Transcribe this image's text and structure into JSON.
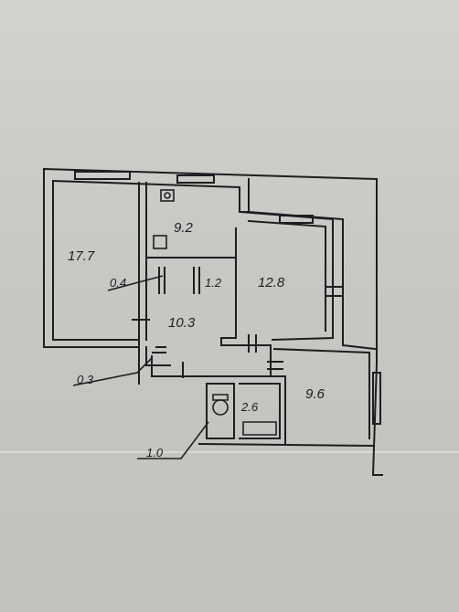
{
  "rooms": [
    {
      "id": "room-1",
      "area": "17.7"
    },
    {
      "id": "kitchen",
      "area": "9.2"
    },
    {
      "id": "room-2",
      "area": "12.8"
    },
    {
      "id": "pantry-a",
      "area": "0.4"
    },
    {
      "id": "pantry-b",
      "area": "1.2"
    },
    {
      "id": "hall",
      "area": "10.3"
    },
    {
      "id": "closet",
      "area": "0.3"
    },
    {
      "id": "bath",
      "area": "2.6"
    },
    {
      "id": "room-3",
      "area": "9.6"
    },
    {
      "id": "wc",
      "area": "1.0"
    }
  ],
  "colors": {
    "ink": "#1e1e22",
    "paper": "#cfcec9"
  }
}
